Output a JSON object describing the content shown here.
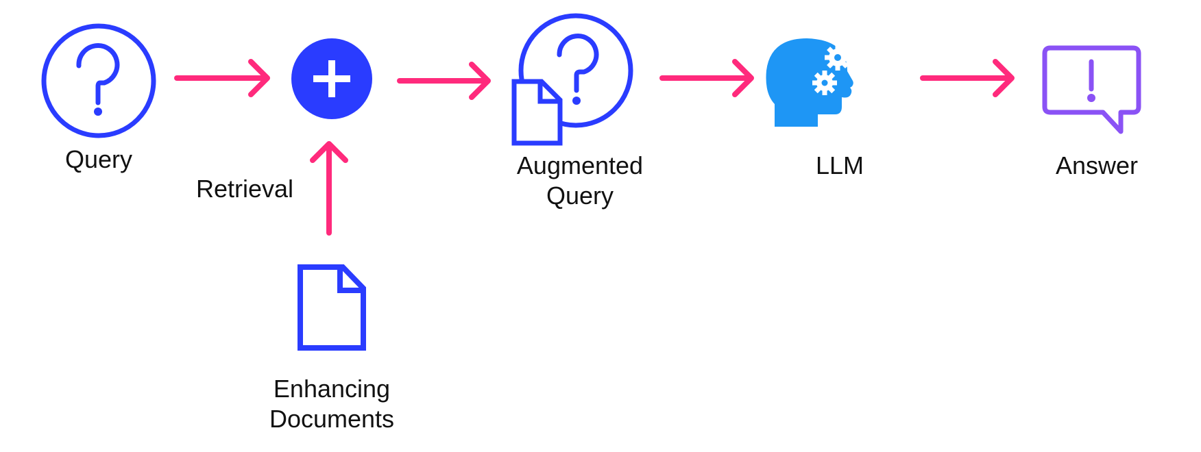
{
  "diagram": {
    "labels": {
      "query": "Query",
      "retrieval": "Retrieval",
      "enhancing_line1": "Enhancing",
      "enhancing_line2": "Documents",
      "augmented_line1": "Augmented",
      "augmented_line2": "Query",
      "llm": "LLM",
      "answer": "Answer"
    },
    "icons": {
      "query": "question-circle-icon",
      "combine": "plus-circle-icon",
      "document": "document-icon",
      "augmented": "question-document-icon",
      "llm": "head-gears-icon",
      "answer": "exclamation-speech-bubble-icon"
    },
    "colors": {
      "primary_blue": "#2a3cff",
      "arrow_pink": "#ff2a7c",
      "llm_blue": "#1e96f5",
      "answer_purple": "#8a52f5",
      "text": "#111111"
    }
  }
}
